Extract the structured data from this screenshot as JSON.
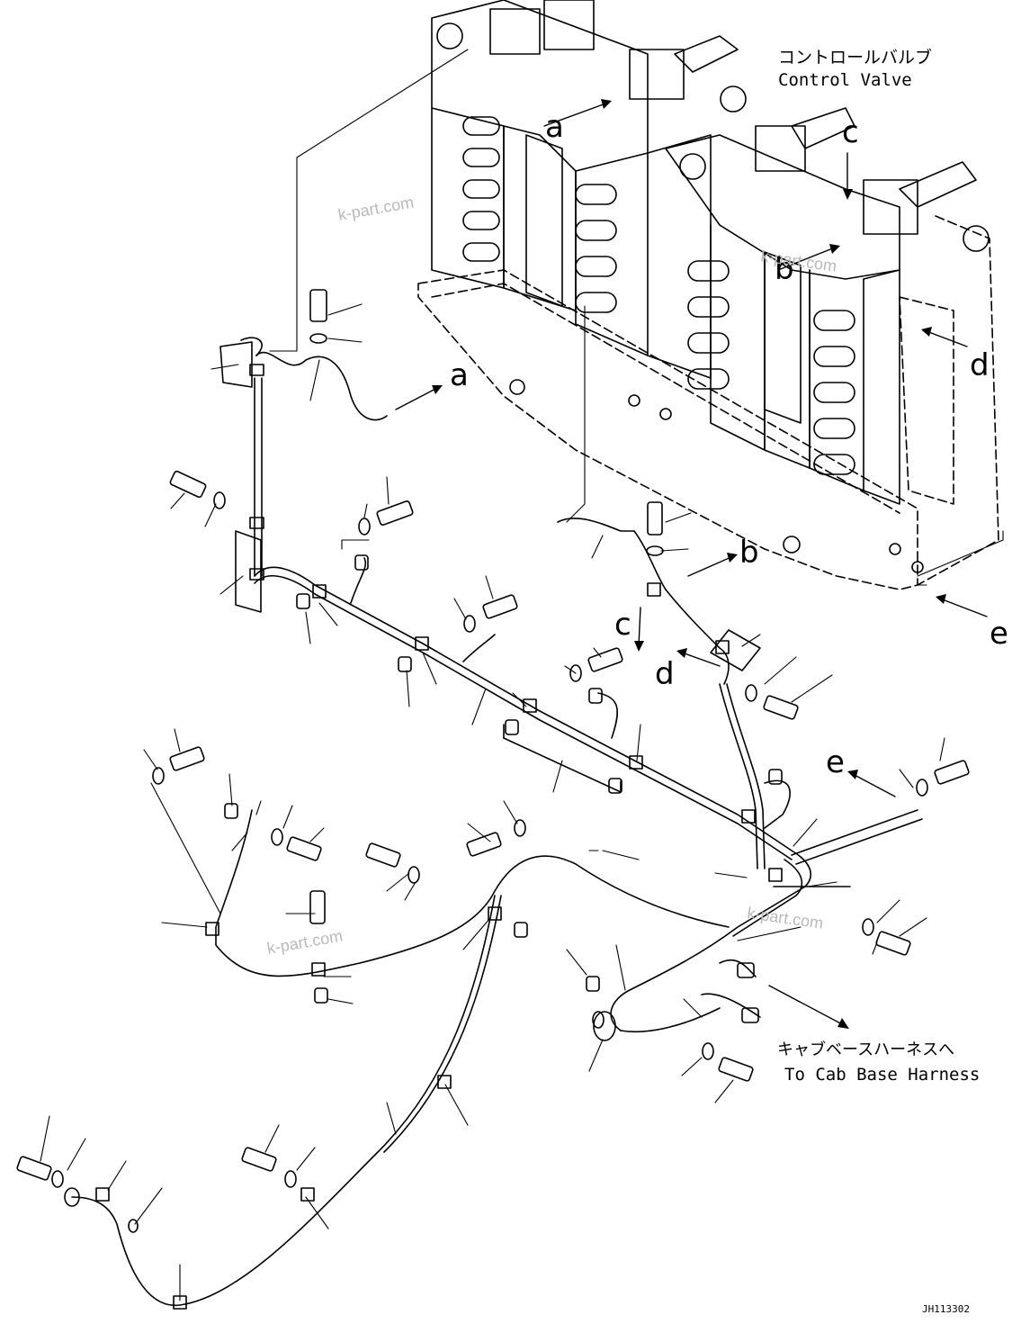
{
  "labels": {
    "control_valve_jp": "コントロールバルブ",
    "control_valve_en": "Control Valve",
    "cab_base_jp": "キャブベースハーネスへ",
    "cab_base_en": "To Cab Base Harness",
    "drawing_id": "JH113302"
  },
  "watermark": "k-part.com",
  "ref_letters": [
    "a",
    "b",
    "c",
    "d",
    "e"
  ],
  "colors": {
    "line": "#000000",
    "watermark": "#b9b9b9",
    "background": "#ffffff"
  }
}
